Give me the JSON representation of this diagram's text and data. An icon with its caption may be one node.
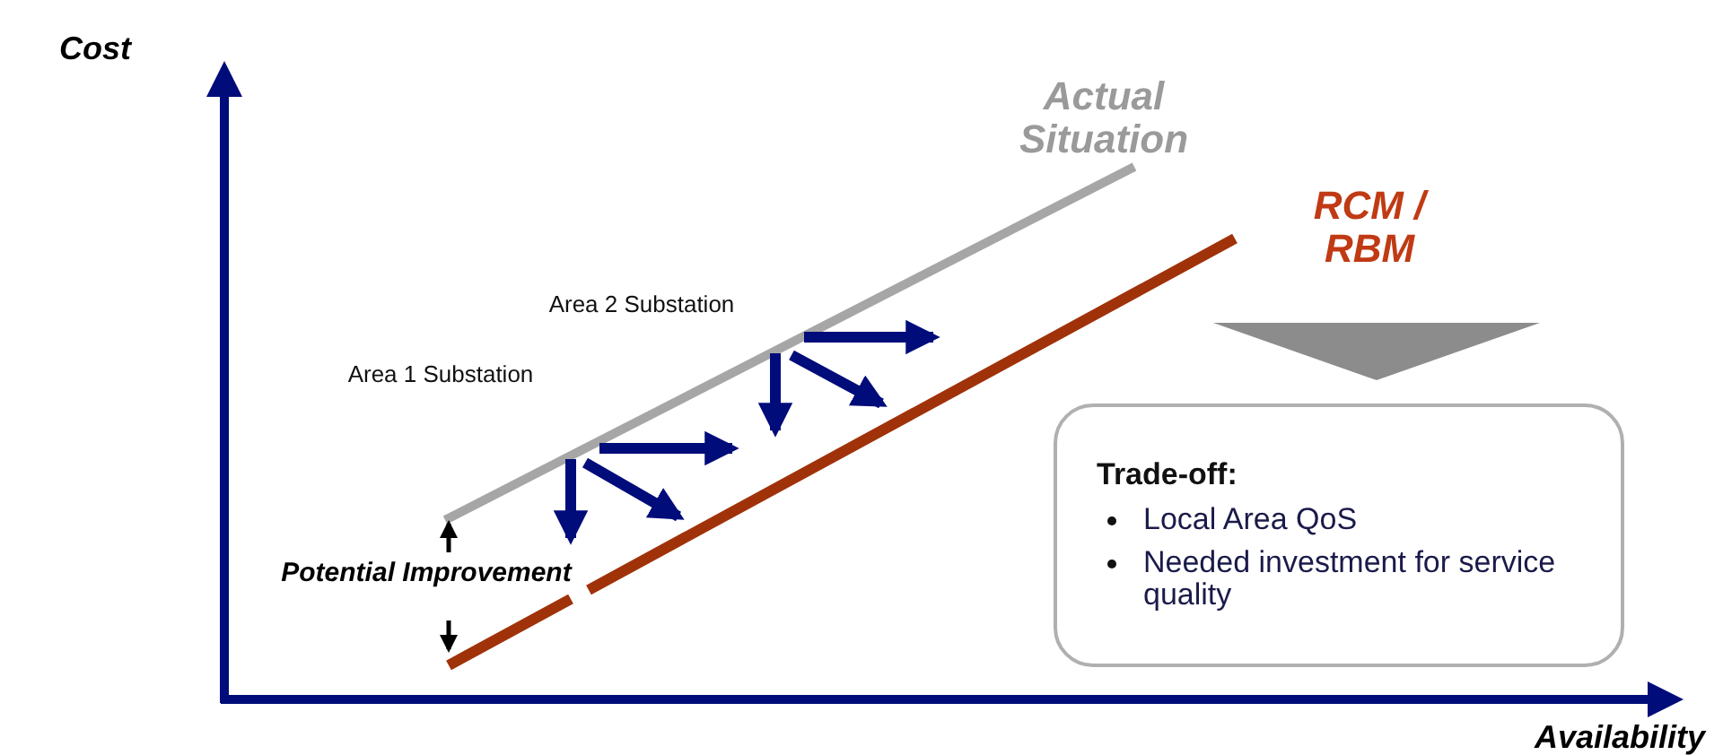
{
  "diagram": {
    "nodes": [
      {
        "text": [
          "Trade-off:",
          "Local Area QoS",
          "Needed investment for service quality"
        ]
      }
    ],
    "edges": [],
    "labels": [
      "Cost",
      "Actual Situation",
      "RCM / RBM",
      "Area 2 Substation",
      "Area 1 Substation",
      "Potential Improvement",
      "Availability"
    ]
  }
}
